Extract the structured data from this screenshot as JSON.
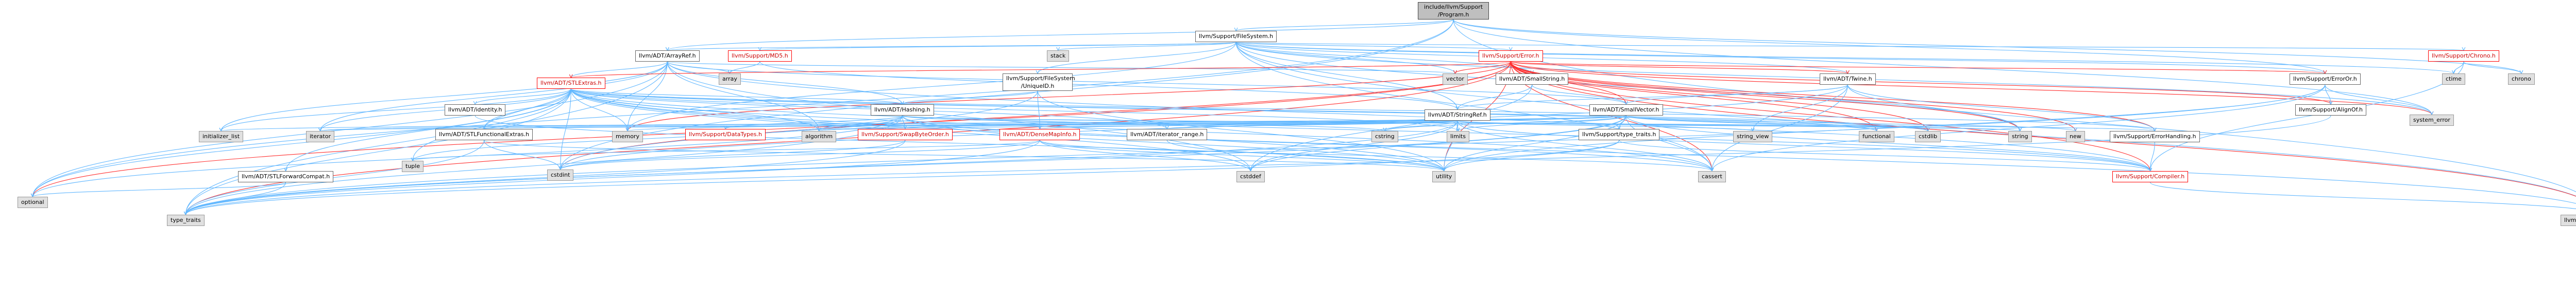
{
  "diagram": {
    "root": {
      "line1": "include/llvm/Support",
      "line2": "/Program.h"
    },
    "colors": {
      "edge": "#63b8ff",
      "edge_highlight": "#ff2f2f",
      "node_border": "#666666",
      "truncated_border": "#ff0000",
      "external_fill": "#e0e0e0",
      "root_fill": "#bfbfbf"
    },
    "nodes": {
      "filesystem": "llvm/Support/FileSystem.h",
      "arrayref": "llvm/ADT/ArrayRef.h",
      "md5": "llvm/Support/MD5.h",
      "stack": "stack",
      "error": "llvm/Support/Error.h",
      "chrono_h": "llvm/Support/Chrono.h",
      "ctime": "ctime",
      "chrono": "chrono",
      "array": "array",
      "vector": "vector",
      "smallstring": "llvm/ADT/SmallString.h",
      "twine": "llvm/ADT/Twine.h",
      "erroror": "llvm/Support/ErrorOr.h",
      "system_error": "system_error",
      "stlextras": "llvm/ADT/STLExtras.h",
      "fsunique1": "llvm/Support/FileSystem",
      "fsunique2": "/UniqueID.h",
      "identity": "llvm/ADT/identity.h",
      "hashing": "llvm/ADT/Hashing.h",
      "stringref": "llvm/ADT/StringRef.h",
      "smallvector": "llvm/ADT/SmallVector.h",
      "alignof": "llvm/Support/AlignOf.h",
      "densemapinfo": "llvm/ADT/DenseMapInfo.h",
      "initializer_list": "initializer_list",
      "iterator": "iterator",
      "memory": "memory",
      "algorithm": "algorithm",
      "datatypes": "llvm/Support/DataTypes.h",
      "swapbyteorder": "llvm/Support/SwapByteOrder.h",
      "iterator_range": "llvm/ADT/iterator_range.h",
      "cstring": "cstring",
      "limits": "limits",
      "string_view": "string_view",
      "functional": "functional",
      "cstdlib": "cstdlib",
      "string": "string",
      "new": "new",
      "typetraits": "llvm/Support/type_traits.h",
      "errorhandling": "llvm/Support/ErrorHandling.h",
      "stlfunctionalextras": "llvm/ADT/STLFunctionalExtras.h",
      "stlforwardcompat": "llvm/ADT/STLForwardCompat.h",
      "tuple": "tuple",
      "cstdint": "cstdint",
      "cstddef": "cstddef",
      "utility": "utility",
      "cassert": "cassert",
      "compiler": "llvm/Support/Compiler.h",
      "optional": "optional",
      "type_traits": "type_traits",
      "config": "llvm/Config/llvm-config.h"
    }
  }
}
